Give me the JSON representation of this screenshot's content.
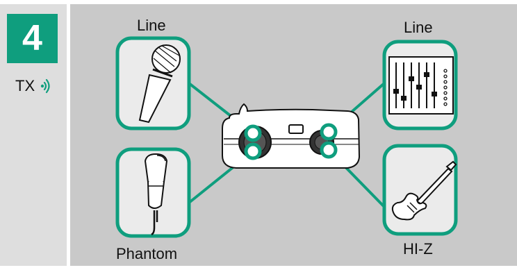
{
  "step": {
    "number": "4"
  },
  "side": {
    "tx_label": "TX",
    "tx_icon": "radio-waves-icon"
  },
  "inputs": {
    "mic_line_label": "Line",
    "mic_phantom_label": "Phantom",
    "mixer_line_label": "Line",
    "guitar_hiz_label": "HI-Z"
  },
  "colors": {
    "accent": "#0f9e7e",
    "panel": "#c9c9c9",
    "side_panel": "#dedede",
    "icon_box": "#ebebeb"
  },
  "icons": [
    "handheld-mic-icon",
    "condenser-mic-icon",
    "mixer-icon",
    "guitar-icon",
    "transmitter-device-icon"
  ]
}
